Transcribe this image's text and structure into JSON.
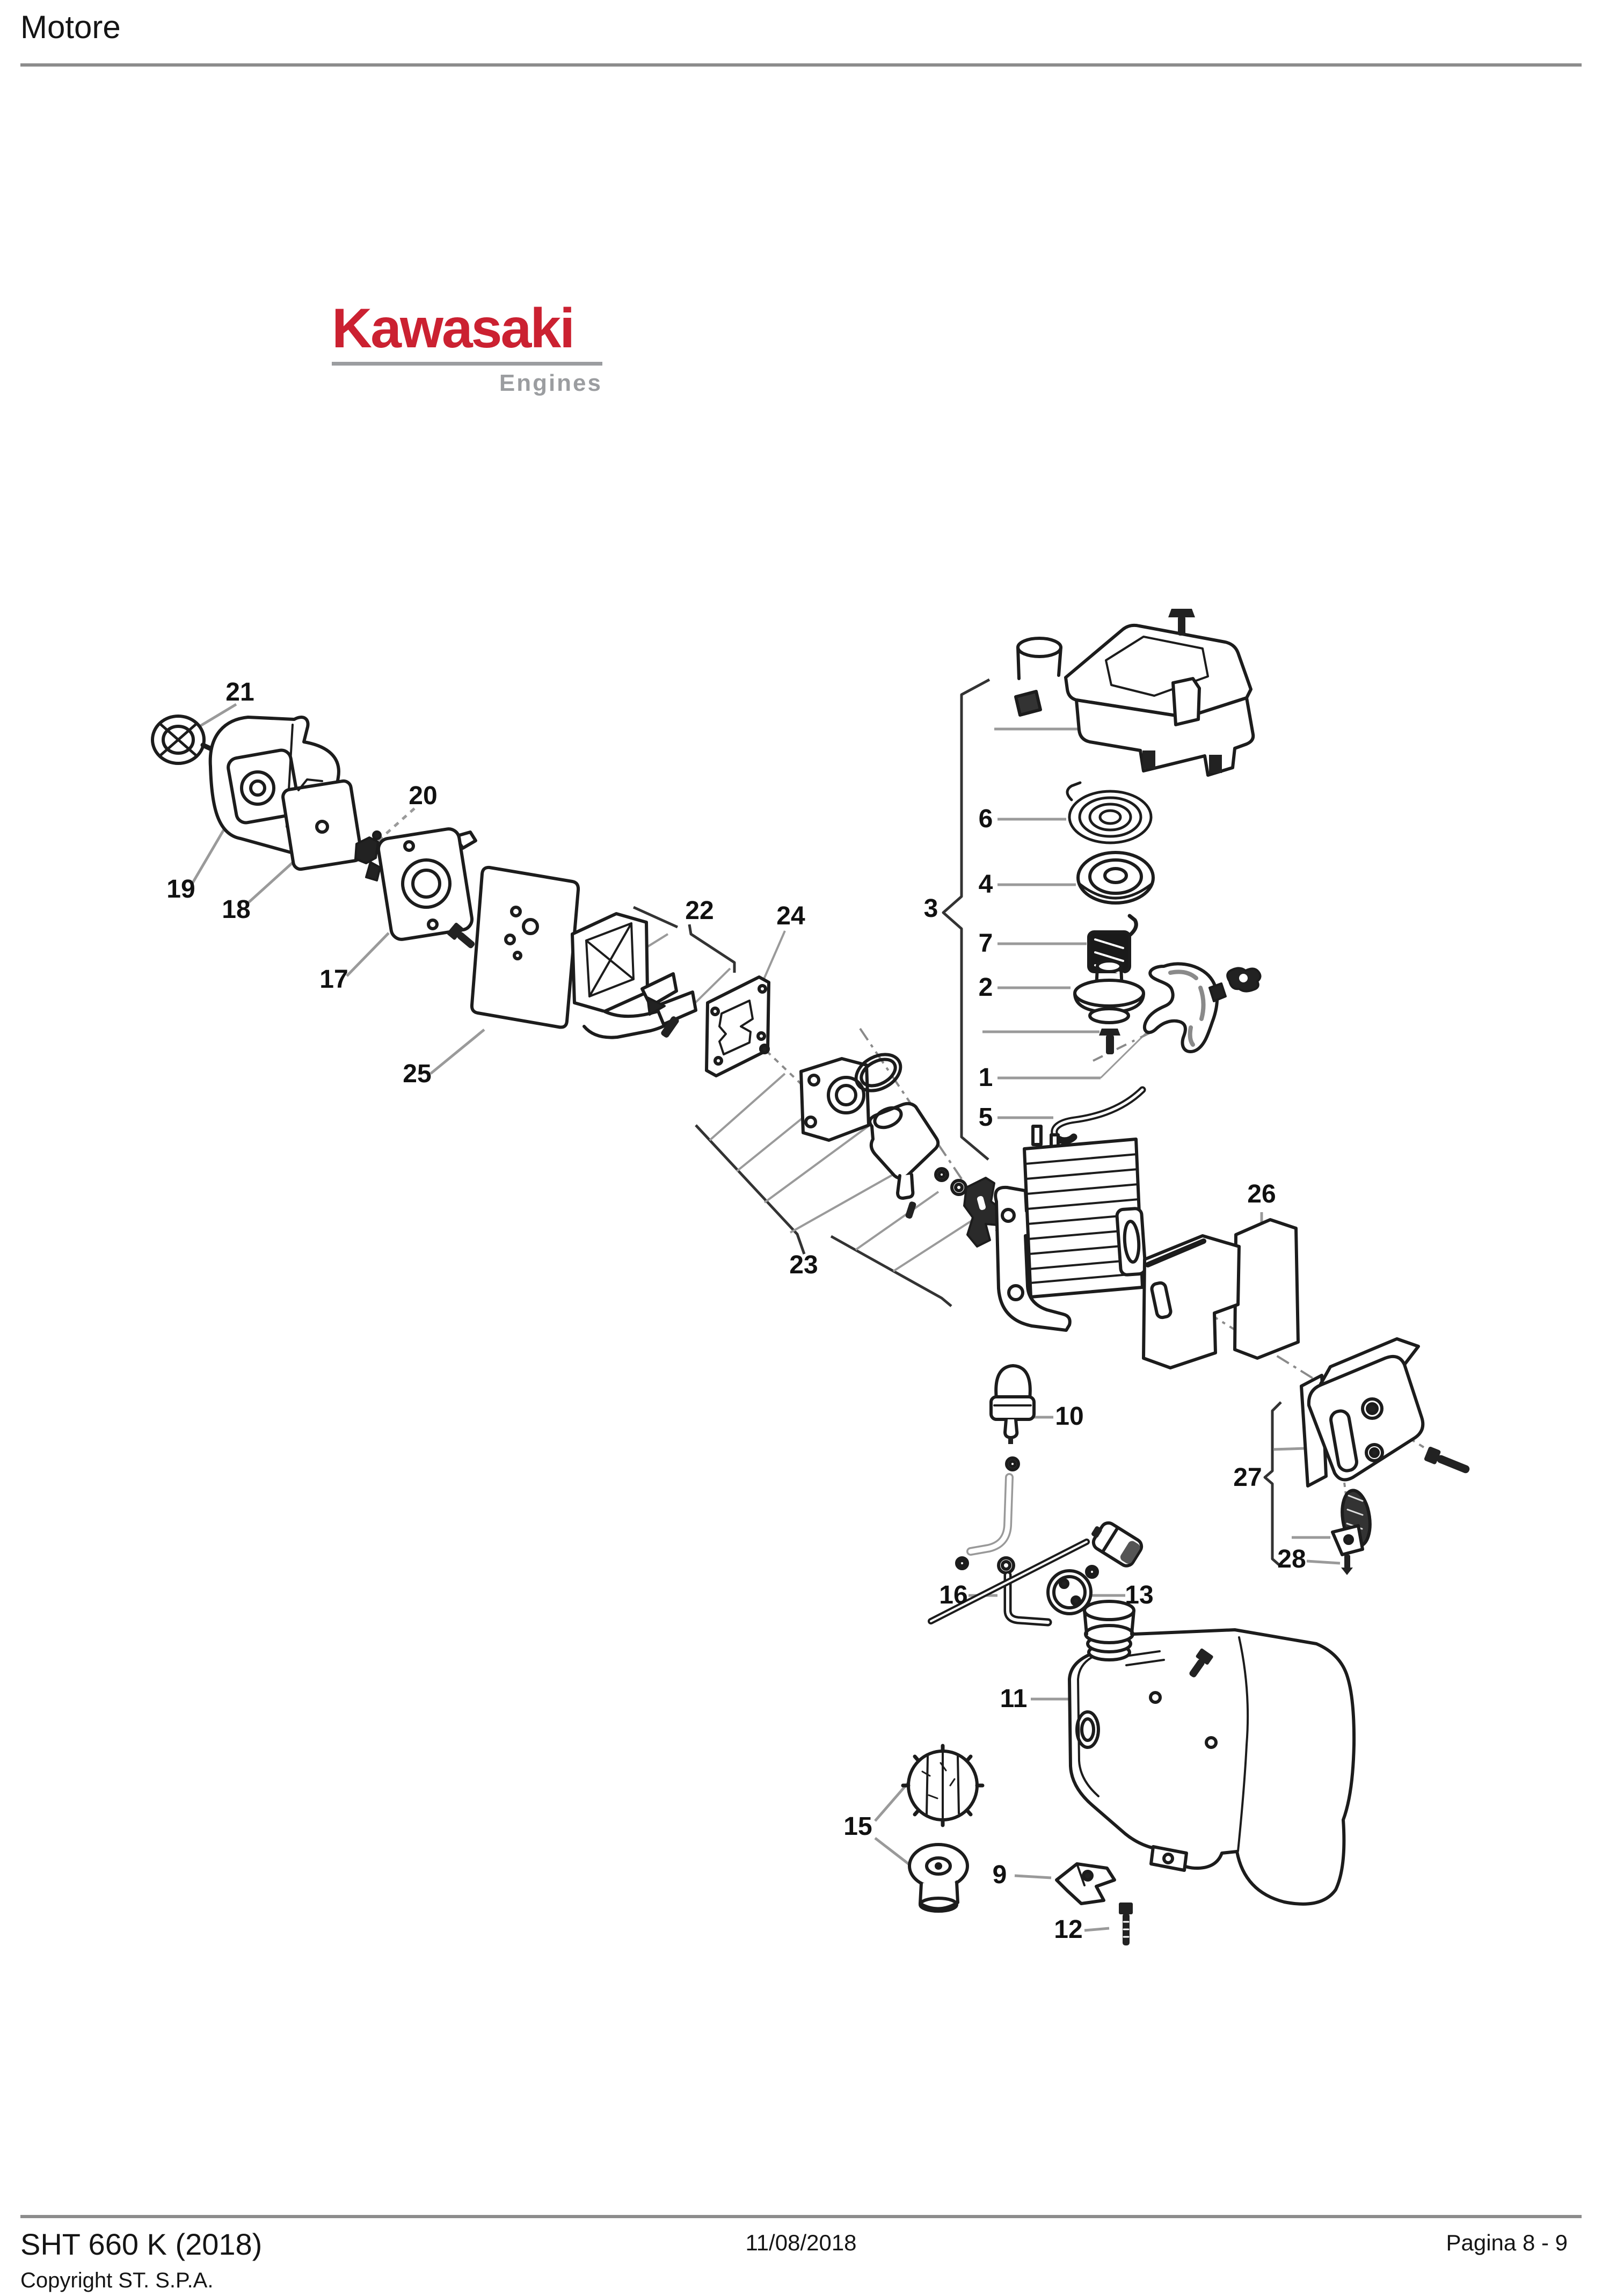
{
  "header": {
    "title": "Motore"
  },
  "logo": {
    "brand": "Kawasaki",
    "division": "Engines",
    "brand_color": "#cb2131",
    "gray_color": "#9b9da0"
  },
  "footer": {
    "model": "SHT 660 K (2018)",
    "copyright": "Copyright ST. S.P.A.",
    "date": "11/08/2018",
    "page_label": "Pagina 8 - 9"
  },
  "diagram": {
    "callouts": {
      "c1": "1",
      "c2": "2",
      "c3": "3",
      "c4": "4",
      "c5": "5",
      "c6": "6",
      "c7": "7",
      "c9": "9",
      "c10": "10",
      "c11": "11",
      "c12": "12",
      "c13": "13",
      "c15": "15",
      "c16": "16",
      "c17": "17",
      "c18": "18",
      "c19": "19",
      "c20": "20",
      "c21": "21",
      "c22": "22",
      "c23": "23",
      "c24": "24",
      "c25": "25",
      "c26": "26",
      "c27": "27",
      "c28": "28"
    }
  }
}
